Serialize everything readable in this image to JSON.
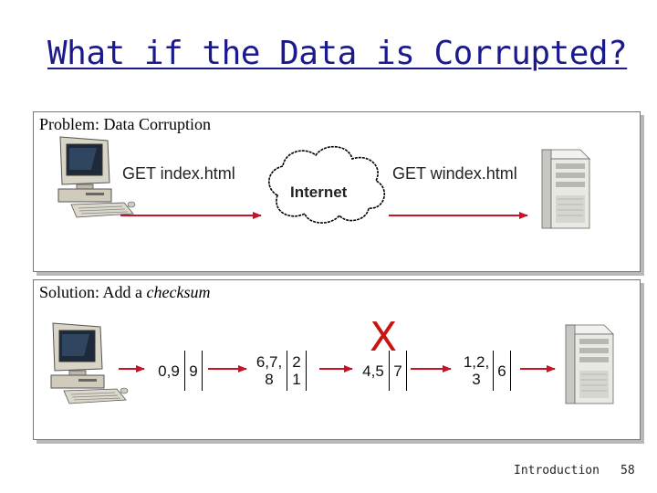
{
  "slide": {
    "title": "What if the Data is Corrupted?",
    "footer": "Introduction",
    "page_number": "58"
  },
  "problem_panel": {
    "label": "Problem: Data Corruption",
    "sent_request": "GET index.html",
    "network_label": "Internet",
    "received_request": "GET windex.html"
  },
  "solution_panel": {
    "label_prefix": "Solution: Add a ",
    "label_emphasis": "checksum",
    "packets": [
      {
        "data": "0,9",
        "checksum": "9"
      },
      {
        "data": "6,7,\n8",
        "checksum": "2\n1"
      },
      {
        "data": "4,5",
        "checksum": "7"
      },
      {
        "data": "1,2,\n3",
        "checksum": "6"
      }
    ],
    "corruption_mark": "X"
  },
  "colors": {
    "title": "#1a1a8c",
    "arrow": "#cc1122",
    "corruption": "#cc1111"
  }
}
